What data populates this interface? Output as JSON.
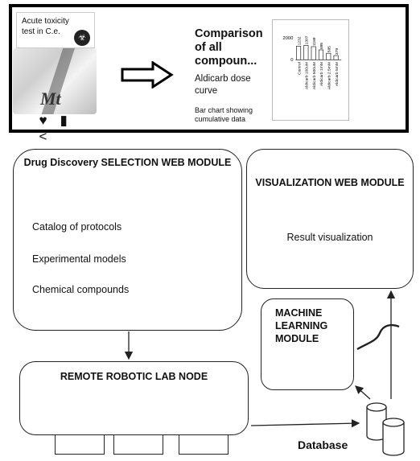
{
  "banner": {
    "card": {
      "title": "Acute toxicity test in C.e.",
      "hazard_icon": "☣",
      "image_text": "Mt",
      "actions": [
        "♥",
        "▮",
        "<"
      ]
    },
    "comparison": {
      "title": "Comparison of all compoun...",
      "subtitle": "Aldicarb dose curve",
      "description": "Bar chart showing cumulative data"
    }
  },
  "chart_data": {
    "type": "bar",
    "categories": [
      "Control",
      "Aldicarb 100uM",
      "Aldicarb 500uM",
      "Aldicarb 1mM",
      "Aldicarb 2.5mM",
      "Aldicarb 5mM"
    ],
    "values": [
      1232,
      1307,
      1189,
      895,
      585,
      379
    ],
    "y_ticks": [
      "2000",
      "0"
    ],
    "ylim": [
      0,
      2000
    ]
  },
  "diagram": {
    "selection_module": {
      "title": "Drug Discovery SELECTION WEB MODULE",
      "items": [
        "Catalog of protocols",
        "Experimental models",
        "Chemical compounds"
      ]
    },
    "visualization_module": {
      "title": "VISUALIZATION WEB MODULE",
      "item": "Result visualization"
    },
    "ml_module": {
      "title": "MACHINE LEARNING MODULE"
    },
    "remote_lab": {
      "title": "REMOTE ROBOTIC LAB NODE"
    },
    "database": {
      "label": "Database"
    }
  }
}
